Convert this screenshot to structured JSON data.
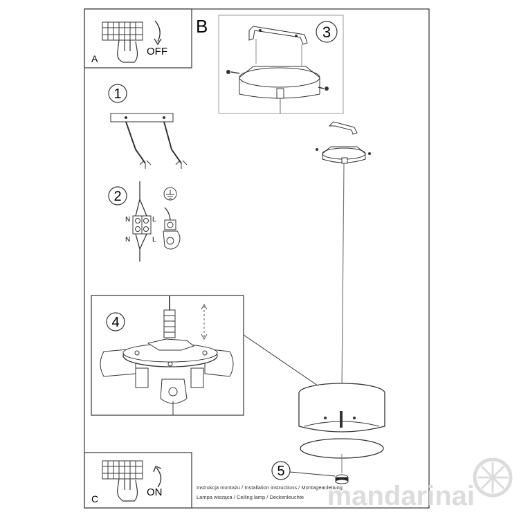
{
  "panels": {
    "a": {
      "letter": "A",
      "switch_label": "OFF"
    },
    "b": {
      "letter": "B"
    },
    "c": {
      "letter": "C",
      "switch_label": "ON"
    }
  },
  "steps": {
    "s1": "1",
    "s2": "2",
    "s3": "3",
    "s4": "4",
    "s5": "5"
  },
  "terminal_labels": {
    "n_top": "N",
    "l_top": "L",
    "n_bottom": "N",
    "l_bottom": "L"
  },
  "footer": {
    "line1": "Instrukcja montażu / Installation instructions / Montageanleitung",
    "line2": "Lampa wisząca / Ceiling lamp / Deckenleuchte"
  },
  "watermark": {
    "text": "mandarinai"
  },
  "colors": {
    "line": "#333333",
    "light": "#888888",
    "fill": "#f2f2f2",
    "watermark": "#d9d9d9"
  }
}
